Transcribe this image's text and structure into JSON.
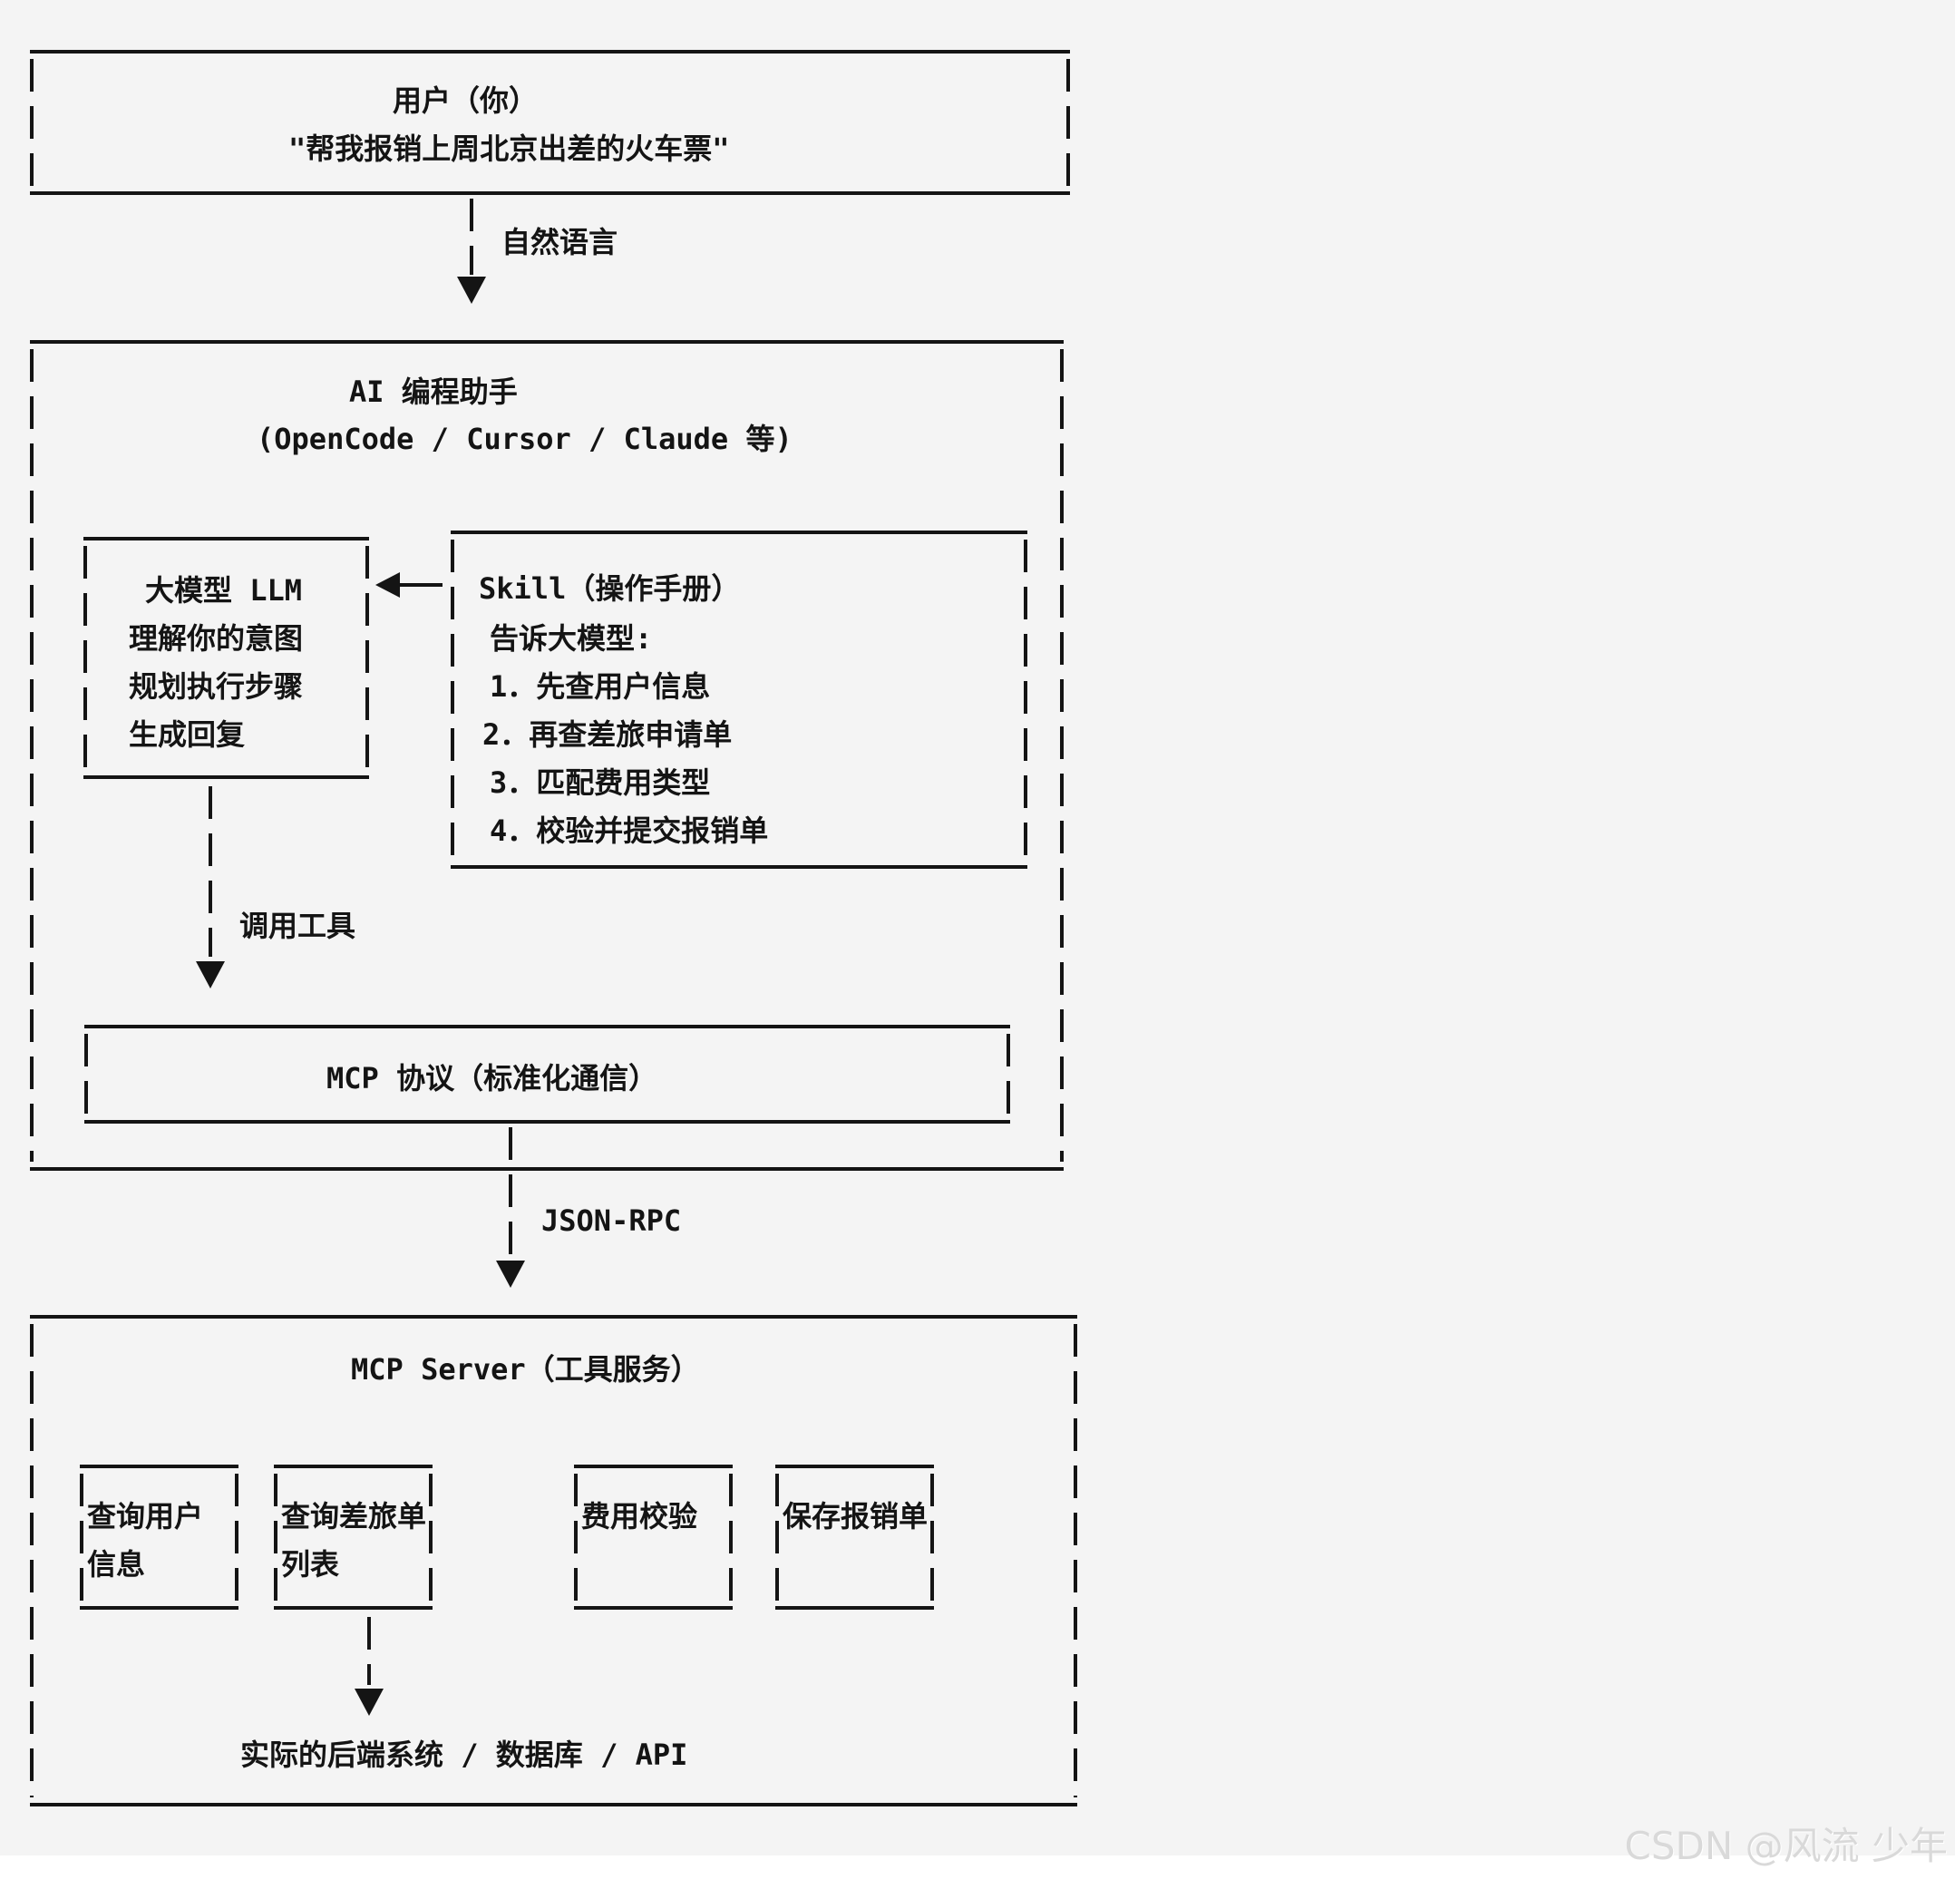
{
  "page": {
    "background_color": "#f4f4f4",
    "ink_color": "#141414",
    "watermark": {
      "text": "CSDN @风流 少年",
      "color": "#d9d9d9"
    }
  },
  "user_box": {
    "title": "用户（你）",
    "quote": "\"帮我报销上周北京出差的火车票\""
  },
  "connectors": {
    "natural_language": "自然语言",
    "tool_call": "调用工具",
    "json_rpc": "JSON-RPC"
  },
  "ai_box": {
    "title": "AI 编程助手",
    "subtitle": "(OpenCode / Cursor / Claude 等)"
  },
  "llm_box": {
    "title": "大模型 LLM",
    "lines": [
      "理解你的意图",
      "规划执行步骤",
      "生成回复"
    ]
  },
  "skill_box": {
    "title": "Skill（操作手册）",
    "intro": "告诉大模型:",
    "steps": [
      "1．先查用户信息",
      "2．再查差旅申请单",
      "3．匹配费用类型",
      "4．校验并提交报销单"
    ]
  },
  "mcp_protocol_box": {
    "title": "MCP 协议（标准化通信）"
  },
  "mcp_server_box": {
    "title": "MCP Server（工具服务）",
    "tools": [
      {
        "line1": "查询用户",
        "line2": "信息"
      },
      {
        "line1": "查询差旅单",
        "line2": "列表"
      },
      {
        "line1": "费用校验",
        "line2": ""
      },
      {
        "line1": "保存报销单",
        "line2": ""
      }
    ]
  },
  "backend": {
    "label": "实际的后端系统 / 数据库 / API"
  }
}
